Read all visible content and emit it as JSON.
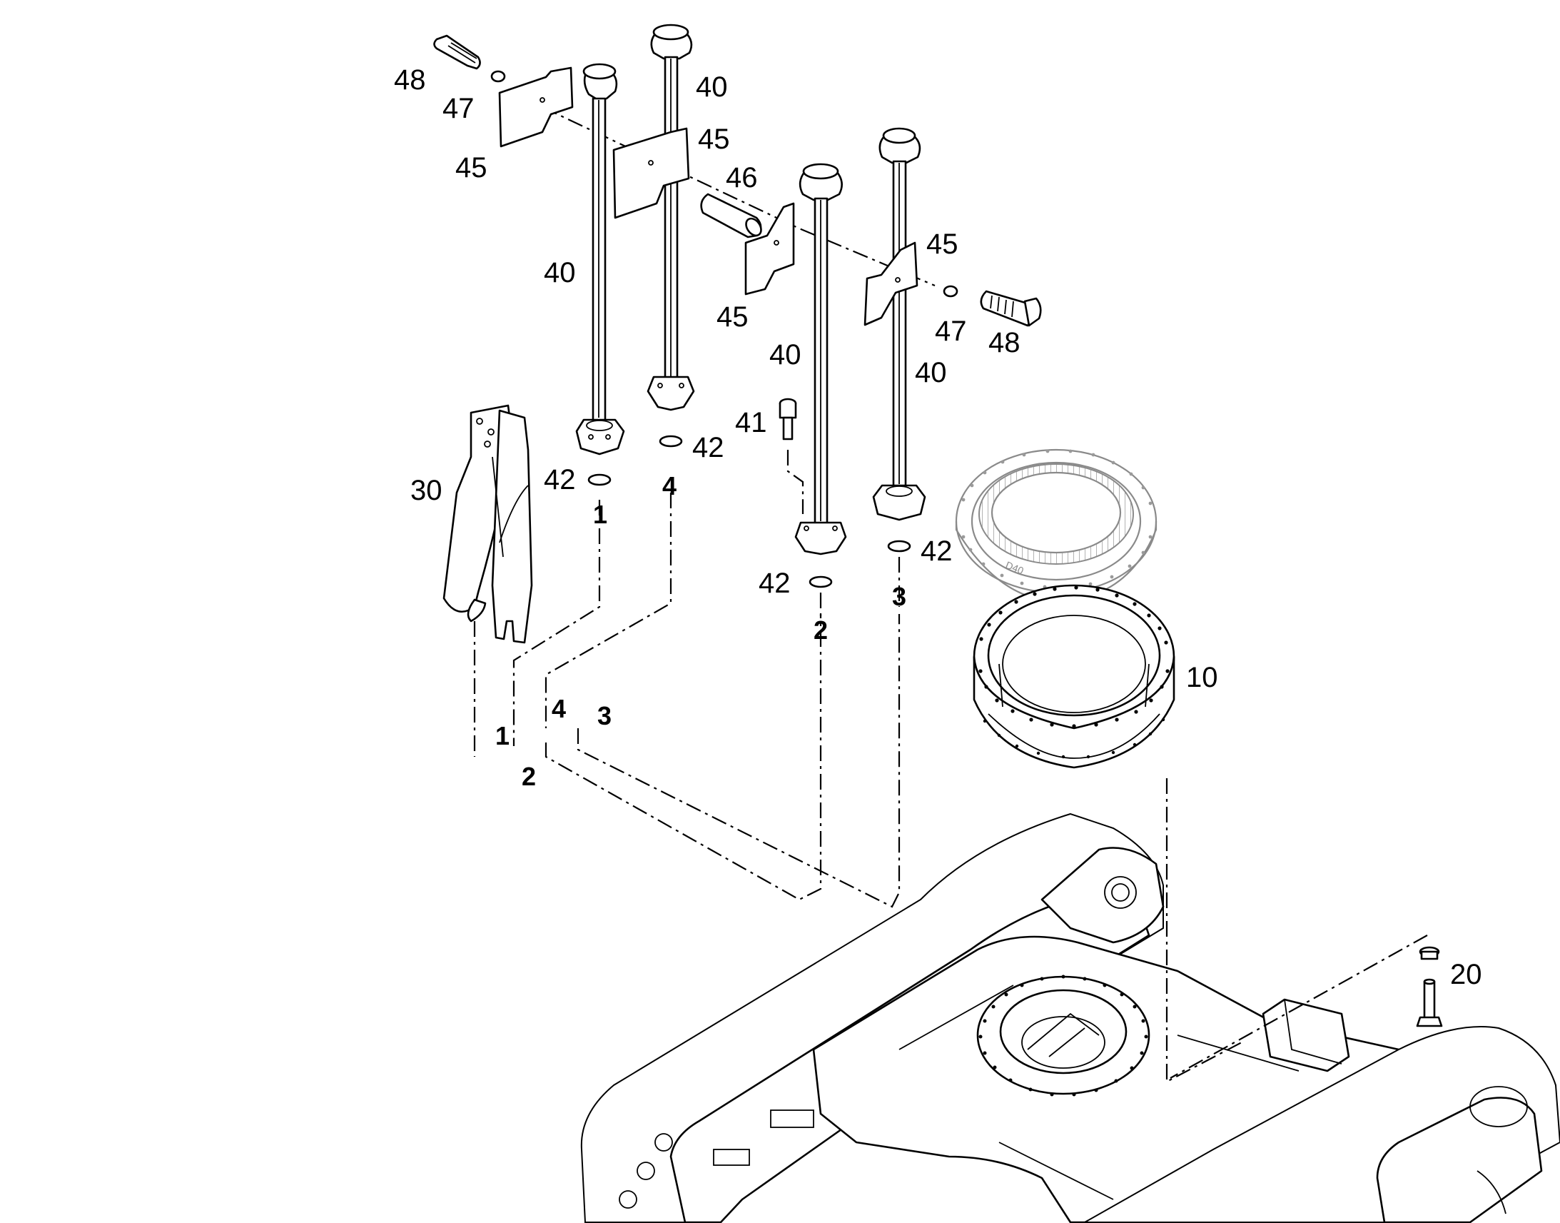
{
  "diagram": {
    "callouts": {
      "item10": "10",
      "item20": "20",
      "item30": "30",
      "item40": "40",
      "item41": "41",
      "item42": "42",
      "item45": "45",
      "item46": "46",
      "item47": "47",
      "item48": "48"
    },
    "markers": {
      "m1": "1",
      "m2": "2",
      "m3": "3",
      "m4": "4"
    },
    "ring_stamp": "D40"
  }
}
